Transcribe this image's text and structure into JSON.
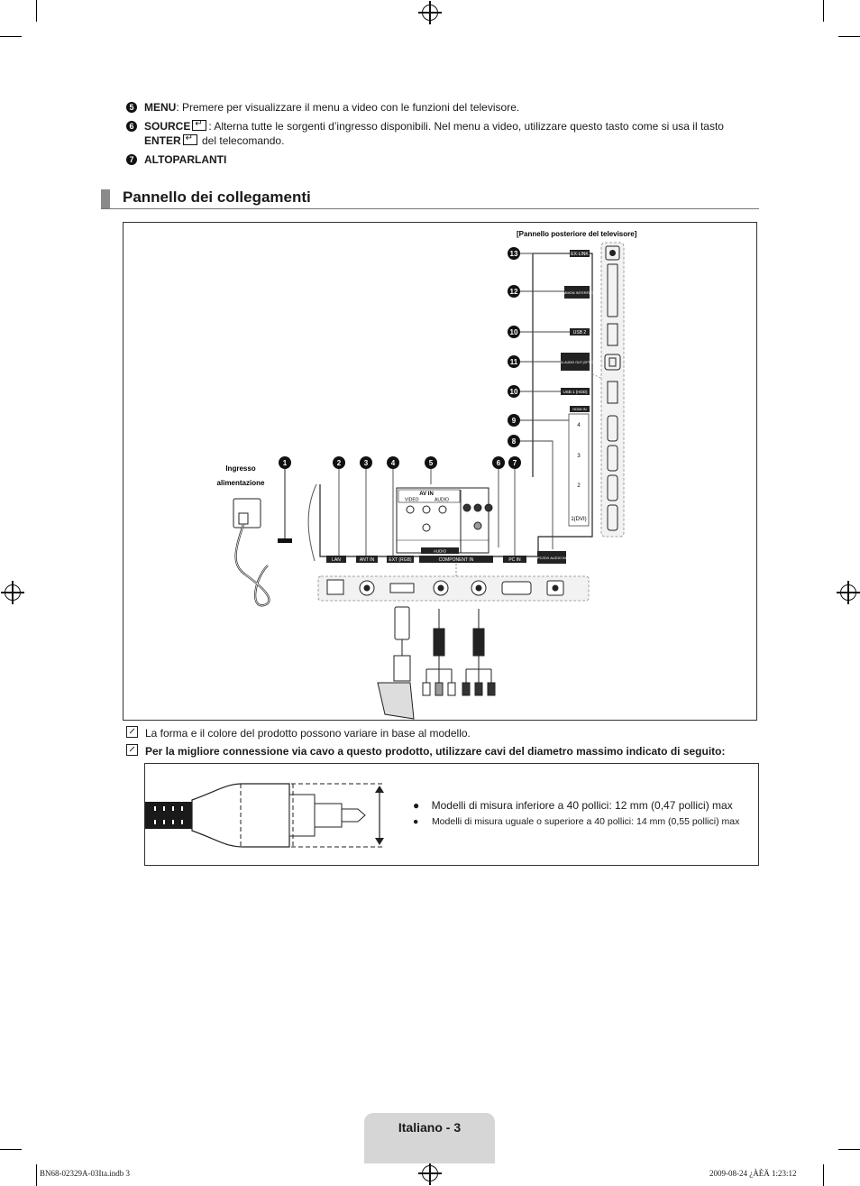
{
  "items": [
    {
      "num": "5",
      "term": "MENU",
      "text": ": Premere per visualizzare il menu a video con le funzioni del televisore."
    },
    {
      "num": "6",
      "term": "SOURCE",
      "text": ": Alterna tutte le sorgenti d’ingresso disponibili. Nel menu a video, utilizzare questo tasto come si usa il tasto",
      "term2": "ENTER",
      "text2": " del telecomando."
    },
    {
      "num": "7",
      "term": "ALTOPARLANTI"
    }
  ],
  "section_title": "Pannello dei collegamenti",
  "diagram": {
    "panel_caption": "[Pannello posteriore del televisore]",
    "power_label_1": "Ingresso",
    "power_label_2": "alimentazione",
    "side_ports": [
      "EX-LINK",
      "COMMON INTERFACE",
      "USB 2",
      "DIGITAL AUDIO OUT (OPTICAL)",
      "USB 1 (HDD)",
      "HDMI IN"
    ],
    "hdmi_numbers": [
      "4",
      "3",
      "2",
      "1(DVI)"
    ],
    "side_callouts": [
      "13",
      "12",
      "10",
      "11",
      "10",
      "9",
      "8"
    ],
    "bottom_callouts": [
      "1",
      "2",
      "3",
      "4",
      "5",
      "6",
      "7"
    ],
    "bottom_ports": [
      "LAN",
      "ANT IN",
      "EXT (RGB)",
      "COMPONENT IN",
      "PC IN",
      "PC/DVI AUDIO IN"
    ],
    "av_in_label": "AV IN",
    "av_sub_label": "VIDEO",
    "audio_label": "AUDIO"
  },
  "notes": [
    "La forma e il colore del prodotto possono variare in base al modello.",
    "Per la migliore connessione via cavo a questo prodotto, utilizzare cavi del diametro massimo indicato di seguito:"
  ],
  "cable_specs": [
    "Modelli di misura inferiore a 40 pollici: 12 mm (0,47 pollici) max",
    "Modelli di misura uguale o superiore a 40 pollici: 14 mm (0,55 pollici) max"
  ],
  "footer": {
    "page_label": "Italiano - 3"
  },
  "print_info": {
    "left": "BN68-02329A-03Ita.indb   3",
    "right": "2009-08-24   ¿ÀÈÄ 1:23:12"
  }
}
